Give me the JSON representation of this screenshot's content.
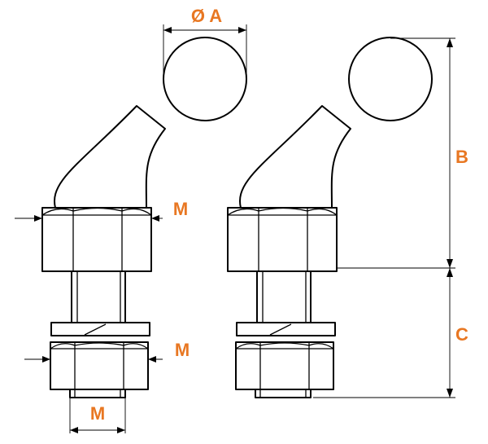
{
  "colors": {
    "label": "#e87722",
    "stroke": "#000000",
    "background": "#ffffff"
  },
  "labels": {
    "diameter_a": "Ø A",
    "dimension_b": "B",
    "dimension_c": "C",
    "thread_m_upper": "M",
    "thread_m_lower": "M",
    "thread_m_bottom": "M"
  }
}
